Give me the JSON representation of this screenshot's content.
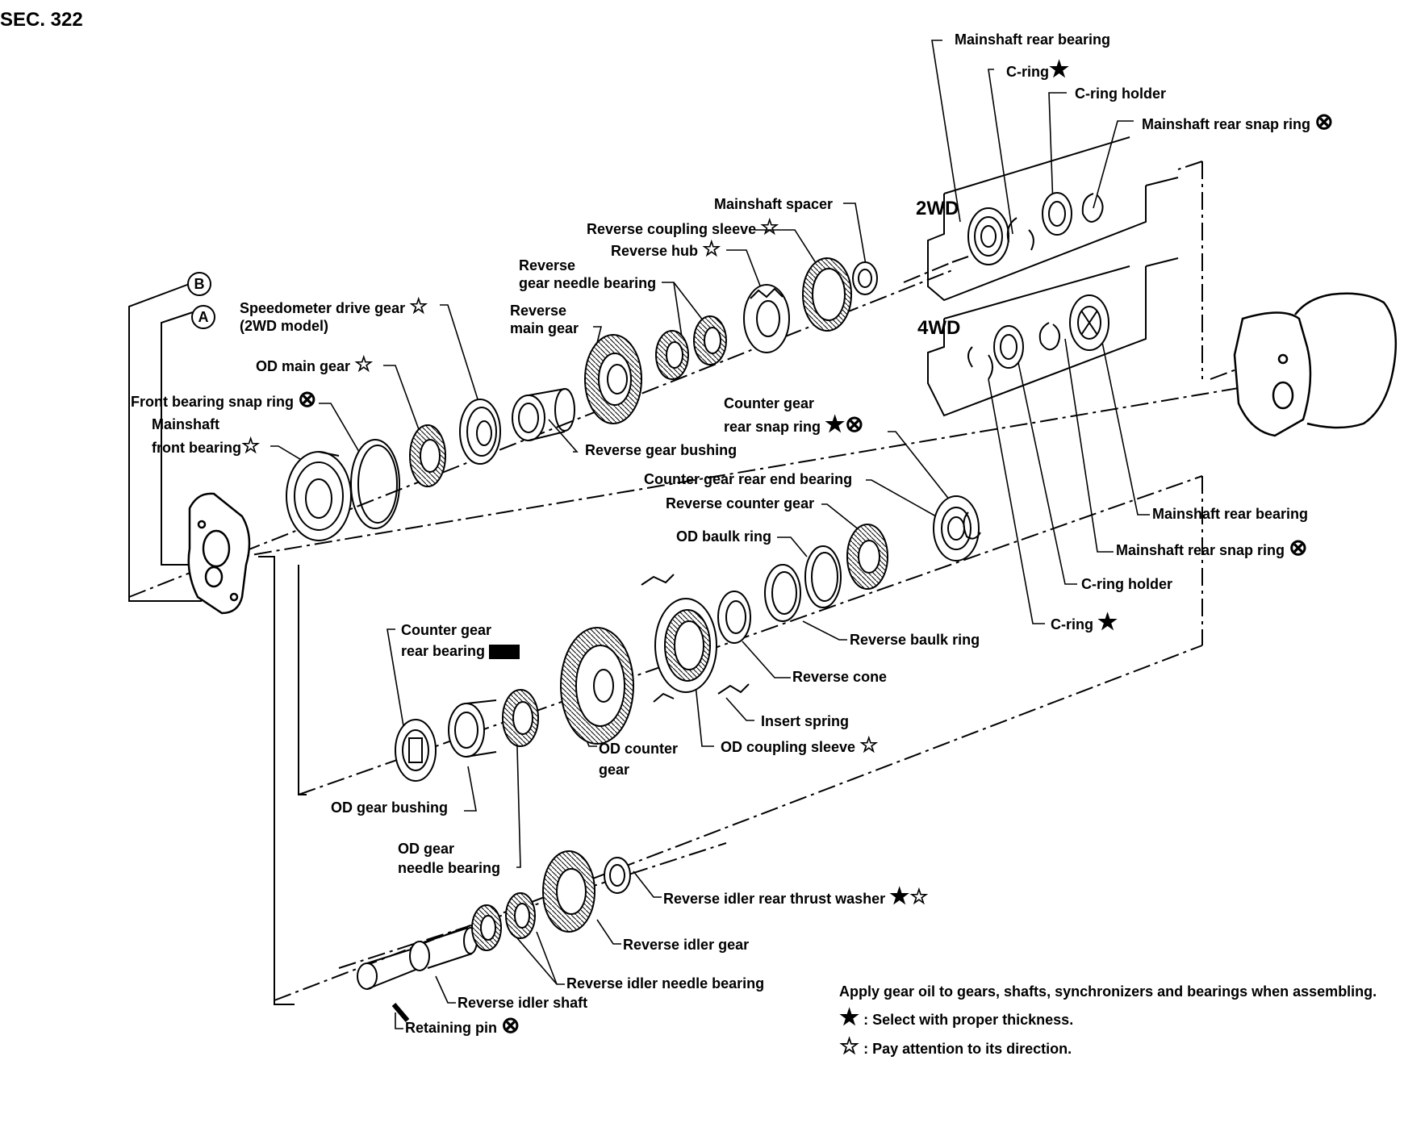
{
  "section": "SEC. 322",
  "drive_labels": {
    "two_wd": "2WD",
    "four_wd": "4WD"
  },
  "ref_markers": {
    "a": "A",
    "b": "B"
  },
  "symbols": {
    "filled_star": "★",
    "outline_star": "☆",
    "crossed_circle": "⊗",
    "assembly_icon": "bearing-tool-icon"
  },
  "parts": {
    "mainshaft_rear_bearing_2wd": "Mainshaft rear bearing",
    "c_ring_2wd": "C-ring",
    "c_ring_holder_2wd": "C-ring holder",
    "mainshaft_rear_snap_ring_2wd": "Mainshaft rear snap ring",
    "mainshaft_spacer": "Mainshaft spacer",
    "reverse_coupling_sleeve": "Reverse coupling sleeve",
    "reverse_hub": "Reverse hub",
    "reverse_gear_needle_bearing": "Reverse\ngear needle bearing",
    "reverse_main_gear": "Reverse\nmain gear",
    "speedometer_drive_gear": "Speedometer drive gear",
    "two_wd_model": "(2WD model)",
    "od_main_gear": "OD main gear",
    "front_bearing_snap_ring": "Front bearing snap ring",
    "mainshaft_front_bearing": "Mainshaft\nfront bearing",
    "reverse_gear_bushing": "Reverse gear bushing",
    "counter_gear_rear_snap_ring": "Counter gear\nrear snap ring",
    "counter_gear_rear_end_bearing": "Counter gear rear end bearing",
    "reverse_counter_gear": "Reverse counter gear",
    "od_baulk_ring": "OD baulk ring",
    "mainshaft_rear_bearing_4wd": "Mainshaft rear bearing",
    "mainshaft_rear_snap_ring_4wd": "Mainshaft rear snap ring",
    "c_ring_holder_4wd": "C-ring holder",
    "c_ring_4wd": "C-ring",
    "counter_gear_rear_bearing": "Counter gear\nrear bearing",
    "reverse_baulk_ring": "Reverse baulk ring",
    "reverse_cone": "Reverse cone",
    "insert_spring": "Insert spring",
    "od_coupling_sleeve": "OD coupling sleeve",
    "od_counter_gear": "OD counter\ngear",
    "od_gear_bushing": "OD gear bushing",
    "od_gear_needle_bearing": "OD gear\nneedle bearing",
    "reverse_idler_rear_thrust_washer": "Reverse idler rear thrust washer",
    "reverse_idler_gear": "Reverse idler gear",
    "reverse_idler_needle_bearing": "Reverse idler needle bearing",
    "reverse_idler_shaft": "Reverse idler shaft",
    "retaining_pin": "Retaining pin"
  },
  "notes": {
    "apply_oil": "Apply gear oil to gears, shafts, synchronizers and bearings when assembling.",
    "select_thickness": ": Select with proper thickness.",
    "pay_attention": ": Pay attention to its direction."
  }
}
